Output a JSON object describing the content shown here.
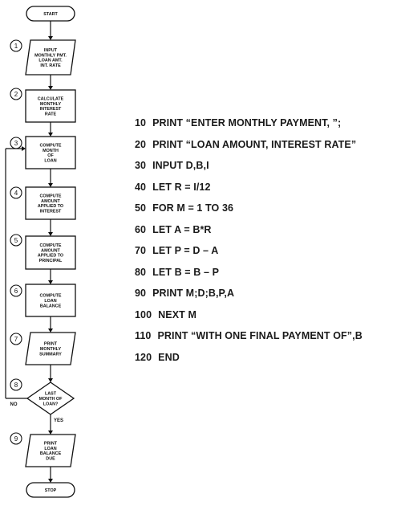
{
  "flowchart": {
    "start": "START",
    "stop": "STOP",
    "steps": [
      {
        "number": "1",
        "lines": [
          "INPUT",
          "MONTHLY PMT.",
          "LOAN AMT.",
          "INT. RATE"
        ]
      },
      {
        "number": "2",
        "lines": [
          "CALCULATE",
          "MONTHLY",
          "INTEREST",
          "RATE"
        ]
      },
      {
        "number": "3",
        "lines": [
          "COMPUTE",
          "MONTH",
          "OF",
          "LOAN"
        ]
      },
      {
        "number": "4",
        "lines": [
          "COMPUTE",
          "AMOUNT",
          "APPLIED TO",
          "INTEREST"
        ]
      },
      {
        "number": "5",
        "lines": [
          "COMPUTE",
          "AMOUNT",
          "APPLIED TO",
          "PRINCIPAL"
        ]
      },
      {
        "number": "6",
        "lines": [
          "COMPUTE",
          "LOAN",
          "BALANCE"
        ]
      },
      {
        "number": "7",
        "lines": [
          "PRINT",
          "MONTHLY",
          "SUMMARY"
        ]
      },
      {
        "number": "8",
        "lines": [
          "LAST",
          "MONTH OF",
          "LOAN?"
        ]
      },
      {
        "number": "9",
        "lines": [
          "PRINT",
          "LOAN",
          "BALANCE",
          "DUE"
        ]
      }
    ],
    "yes_label": "YES",
    "no_label": "NO"
  },
  "program": [
    {
      "line": "10",
      "statement": "PRINT “ENTER MONTHLY PAYMENT, ”;"
    },
    {
      "line": "20",
      "statement": "PRINT “LOAN AMOUNT, INTEREST RATE”"
    },
    {
      "line": "30",
      "statement": "INPUT D,B,I"
    },
    {
      "line": "40",
      "statement": "LET R = I/12"
    },
    {
      "line": "50",
      "statement": "FOR M = 1 TO 36"
    },
    {
      "line": "60",
      "statement": "LET A = B*R"
    },
    {
      "line": "70",
      "statement": "LET P = D – A"
    },
    {
      "line": "80",
      "statement": "LET B = B – P"
    },
    {
      "line": "90",
      "statement": "PRINT M;D;B,P,A"
    },
    {
      "line": "100",
      "statement": "NEXT M"
    },
    {
      "line": "110",
      "statement": "PRINT “WITH ONE FINAL PAYMENT OF”,B"
    },
    {
      "line": "120",
      "statement": "END"
    }
  ]
}
